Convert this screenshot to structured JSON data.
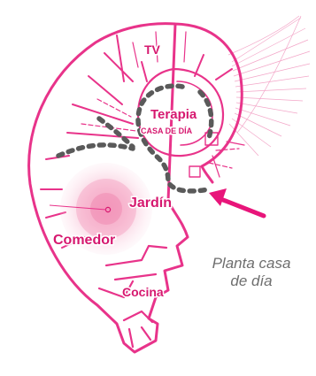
{
  "plan": {
    "rooms": {
      "tv": "TV",
      "terapia": "Terapia",
      "casa_de_dia": "CASA DE DÍA",
      "jardin": "Jardín",
      "comedor": "Comedor",
      "cocina": "Cocina"
    },
    "caption": {
      "line1": "Planta casa",
      "line2": "de día"
    },
    "colors": {
      "wall": "#e8338a",
      "label": "#d6186f",
      "path_dots": "#5a5a5a",
      "arrow": "#e8157a",
      "garden_glow": "#f4a3c2"
    }
  }
}
